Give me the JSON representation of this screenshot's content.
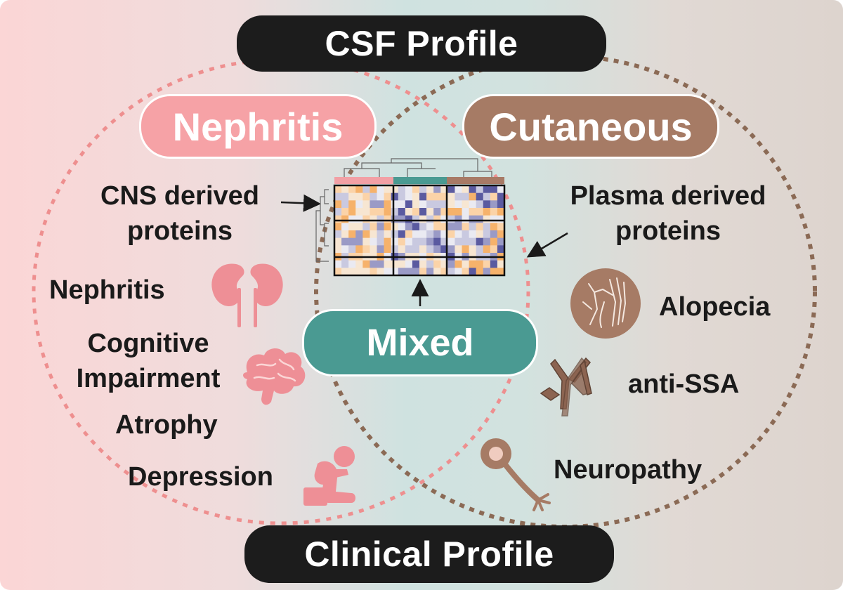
{
  "colors": {
    "nephritis": "#f29a9f",
    "cutaneous": "#a87a66",
    "mixed": "#4a9a92",
    "dark": "#1c1c1c"
  },
  "header": {
    "title": "CSF Profile"
  },
  "footer": {
    "title": "Clinical Profile"
  },
  "groups": {
    "nephritis": "Nephritis",
    "cutaneous": "Cutaneous",
    "mixed": "Mixed"
  },
  "csf": {
    "cns_line1": "CNS derived",
    "cns_line2": "proteins",
    "plasma_line1": "Plasma derived",
    "plasma_line2": "proteins"
  },
  "nephritis_features": {
    "nephritis": "Nephritis",
    "cognitive_line1": "Cognitive",
    "cognitive_line2": "Impairment",
    "atrophy": "Atrophy",
    "depression": "Depression"
  },
  "cutaneous_features": {
    "alopecia": "Alopecia",
    "anti_ssa": "anti-SSA",
    "neuropathy": "Neuropathy"
  },
  "icons": {
    "kidney": "kidney-icon",
    "brain": "brain-icon",
    "depressed_person": "depressed-person-icon",
    "hair_loss": "hair-loss-icon",
    "antibody": "antibody-icon",
    "neuron": "neuron-icon",
    "heatmap": "heatmap-icon"
  }
}
